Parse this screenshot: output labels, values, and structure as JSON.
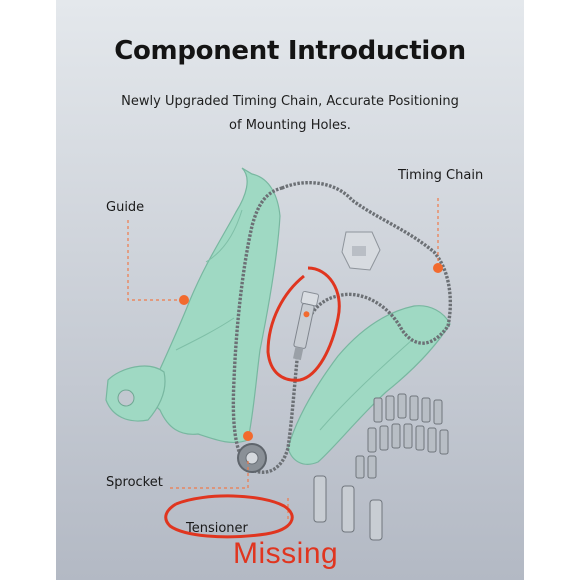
{
  "header": {
    "title": "Component Introduction",
    "subtitle_line1": "Newly Upgraded Timing Chain, Accurate Positioning",
    "subtitle_line2": "of Mounting Holes."
  },
  "callouts": {
    "guide": "Guide",
    "timing_chain": "Timing Chain",
    "sprocket": "Sprocket",
    "tensioner": "Tensioner"
  },
  "annotation": {
    "missing": "Missing"
  },
  "colors": {
    "guide_green": "#9fd9c3",
    "marker_orange": "#f26a2e",
    "annotation_red": "#e0351f",
    "chain_steel": "#6c7075"
  }
}
